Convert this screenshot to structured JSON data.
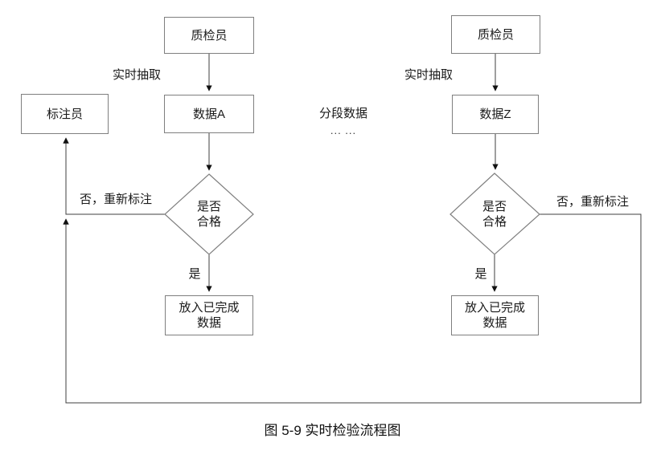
{
  "colors": {
    "background": "#ffffff",
    "box_border": "#7f7f7f",
    "connector": "#3f3f3f",
    "arrowhead": "#111111",
    "text": "#1a1a1a"
  },
  "caption": "图 5-9  实时检验流程图",
  "middle": {
    "segment_label": "分段数据",
    "ellipsis": "... ..."
  },
  "left_flow": {
    "inspector_label": "质检员",
    "extract_label": "实时抽取",
    "data_label": "数据A",
    "decision_line1": "是否",
    "decision_line2": "合格",
    "yes_label": "是",
    "no_label": "否，重新标注",
    "done_line1": "放入已完成",
    "done_line2": "数据",
    "annotator_label": "标注员"
  },
  "right_flow": {
    "inspector_label": "质检员",
    "extract_label": "实时抽取",
    "data_label": "数据Z",
    "decision_line1": "是否",
    "decision_line2": "合格",
    "yes_label": "是",
    "no_label": "否，重新标注",
    "done_line1": "放入已完成",
    "done_line2": "数据"
  }
}
